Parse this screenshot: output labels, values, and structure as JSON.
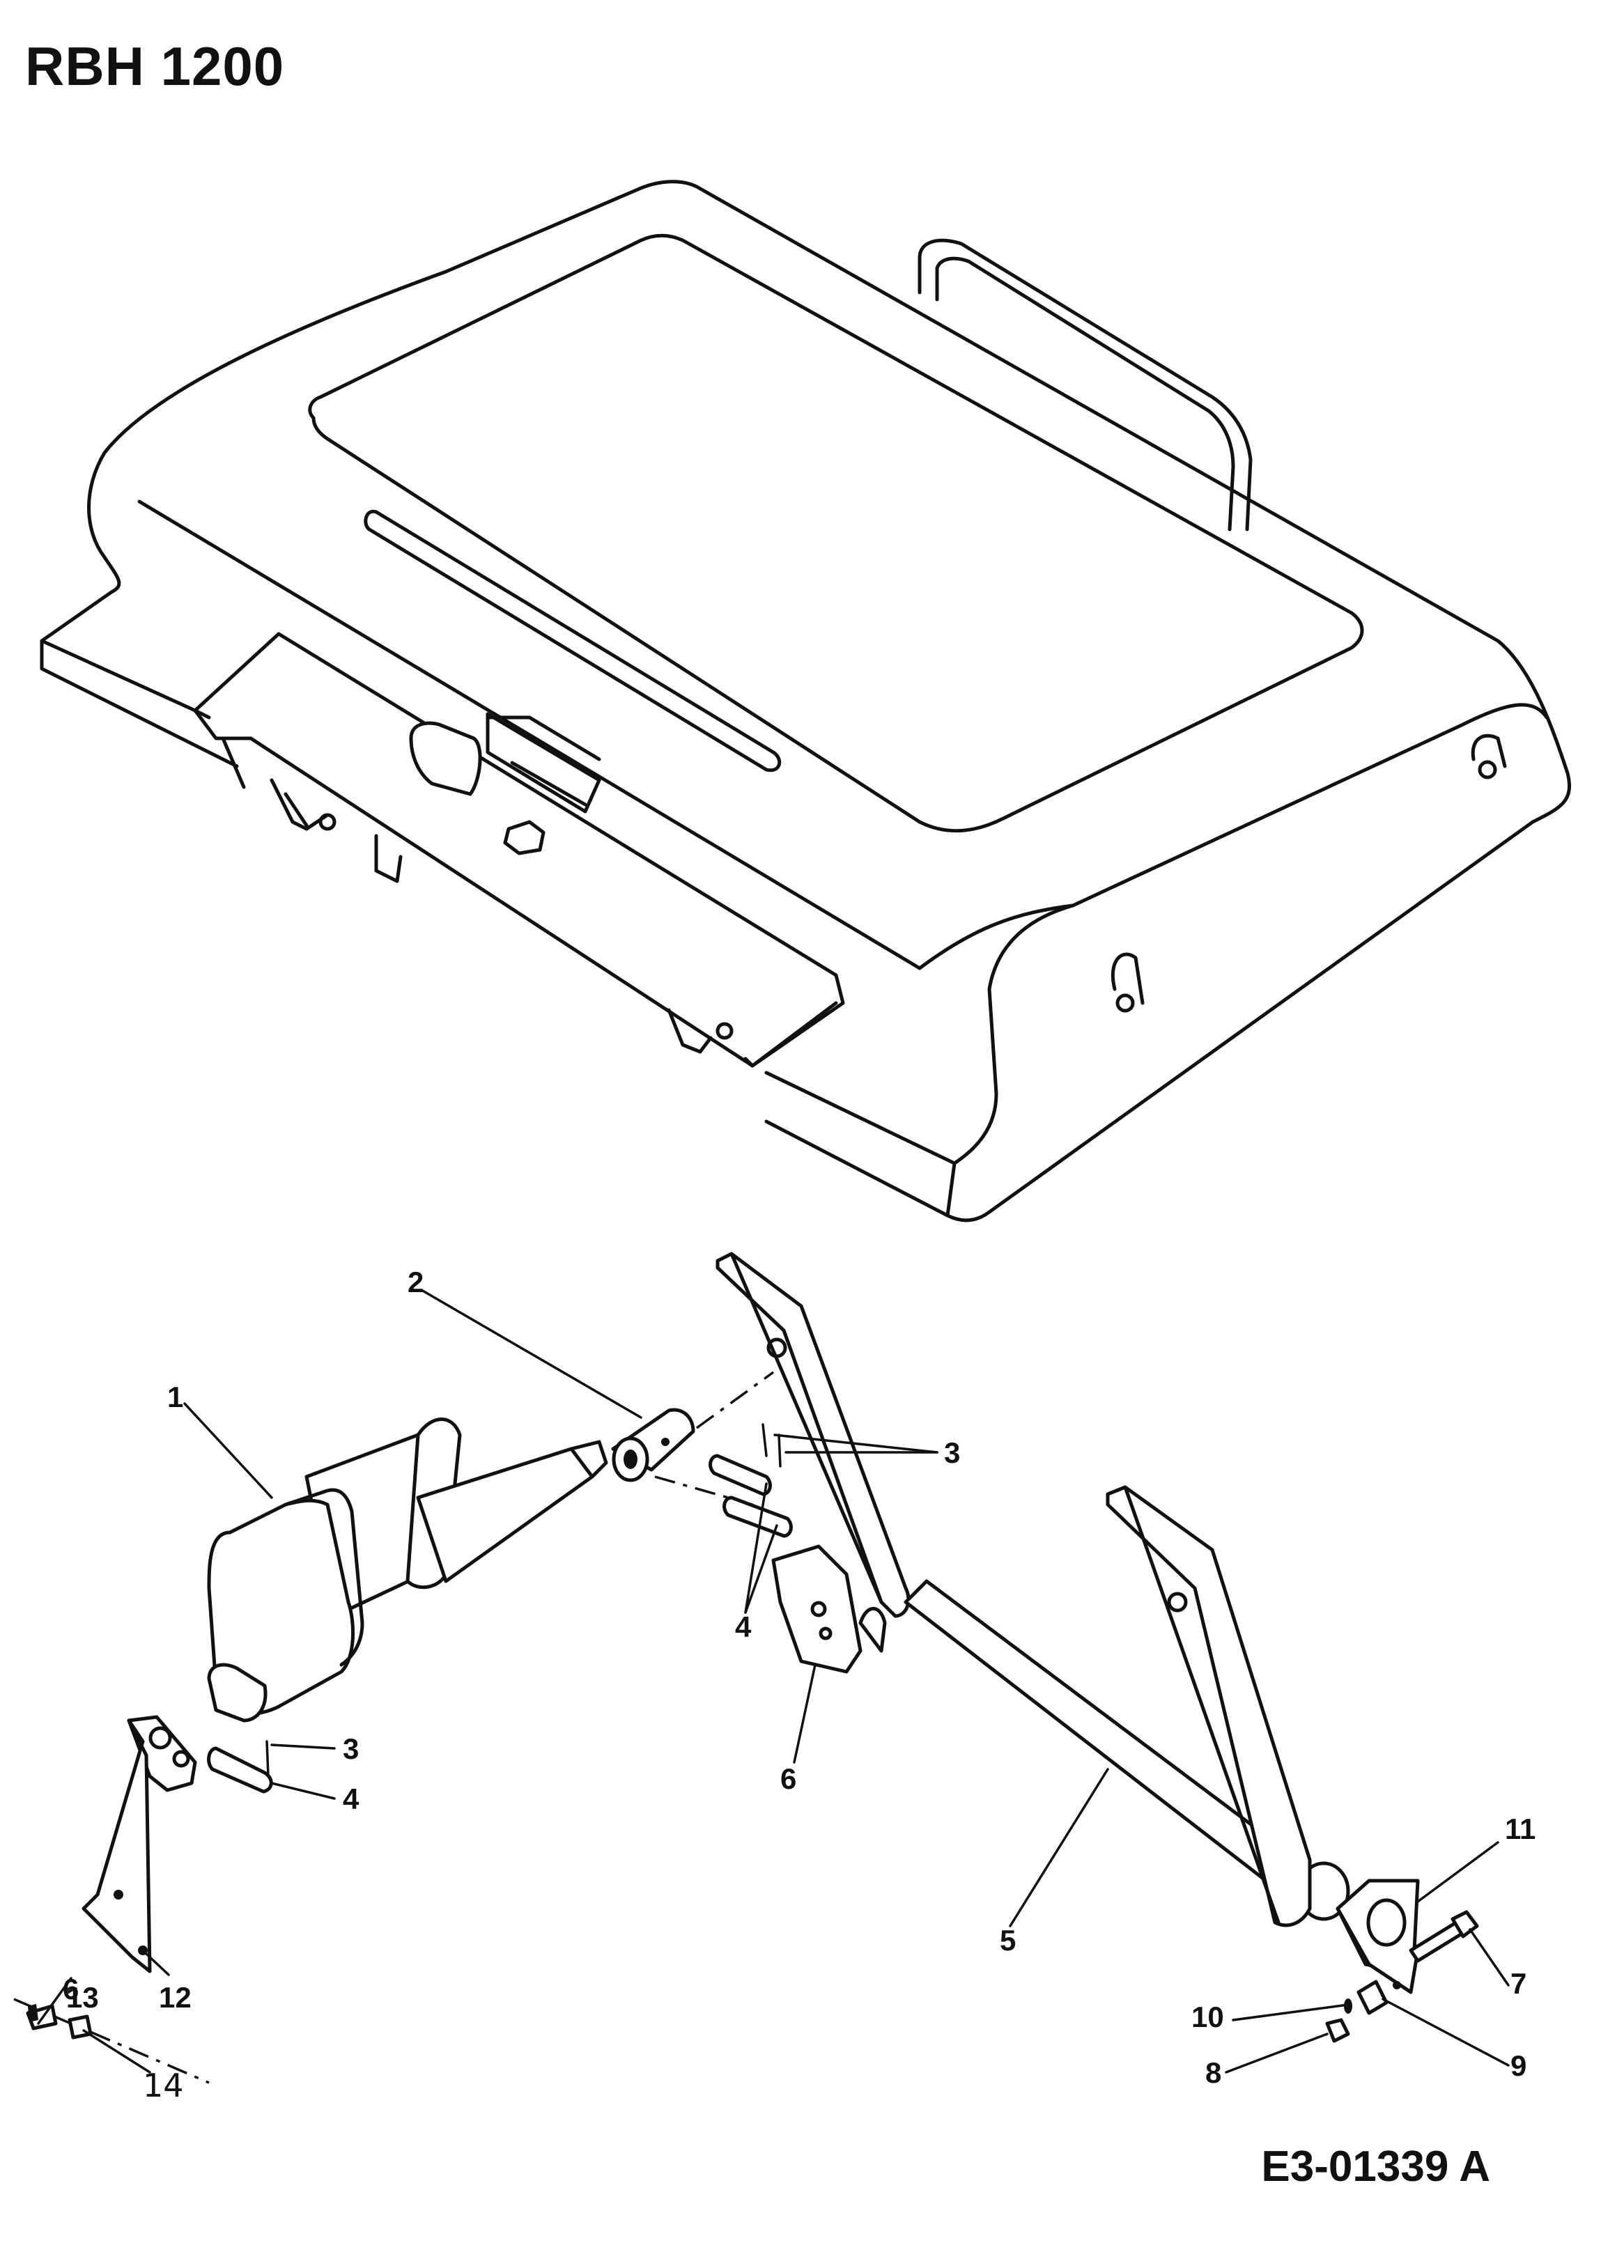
{
  "diagram": {
    "title": "RBH 1200",
    "drawing_code": "E3-01339 A",
    "callouts": [
      {
        "id": "c1",
        "text": "1"
      },
      {
        "id": "c2",
        "text": "2"
      },
      {
        "id": "c3a",
        "text": "3"
      },
      {
        "id": "c3b",
        "text": "3"
      },
      {
        "id": "c4a",
        "text": "4"
      },
      {
        "id": "c4b",
        "text": "4"
      },
      {
        "id": "c5",
        "text": "5"
      },
      {
        "id": "c6a",
        "text": "6"
      },
      {
        "id": "c6b",
        "text": "6"
      },
      {
        "id": "c7",
        "text": "7"
      },
      {
        "id": "c8",
        "text": "8"
      },
      {
        "id": "c9",
        "text": "9"
      },
      {
        "id": "c10",
        "text": "10"
      },
      {
        "id": "c11",
        "text": "11"
      },
      {
        "id": "c12",
        "text": "12"
      },
      {
        "id": "c13",
        "text": "13"
      },
      {
        "id": "c14",
        "text": "14"
      }
    ]
  }
}
